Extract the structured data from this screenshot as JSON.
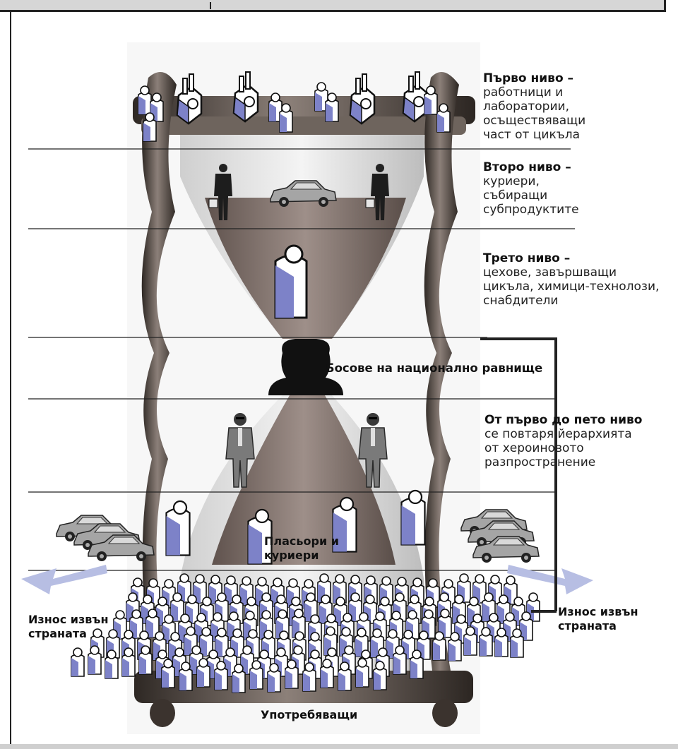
{
  "levels": {
    "first": {
      "title": "Първо ниво –",
      "lines": [
        "работници и",
        "лаборатории,",
        "осъществяващи",
        "част от цикъла"
      ]
    },
    "second": {
      "title": "Второ ниво –",
      "lines": [
        "куриери,",
        "събиращи",
        "субпродуктите"
      ]
    },
    "third": {
      "title": "Трето ниво –",
      "lines": [
        "цехове, завършващи",
        "цикъла, химици-технолози,",
        "снабдители"
      ]
    },
    "bosses": "Босове на национално равнище",
    "repeat": {
      "title": "От първо до пето ниво",
      "lines": [
        "се повтаря йерархията",
        "от хероиновото",
        "разпространение"
      ]
    }
  },
  "dealers_label": "Пласьори и куриери",
  "export_left": "Износ извън страната",
  "export_right": "Износ извън страната",
  "consumers_label": "Употребяващи",
  "colors": {
    "figure_fill": "#7d82c8",
    "sand": "#8a7b75",
    "wood": "#5a5048",
    "rule": "#222222"
  },
  "icons": [
    "worker-icon",
    "lab-equipment-icon",
    "courier-man-icon",
    "car-icon",
    "dealer-icon",
    "boss-heads-icon",
    "arrow-icon"
  ]
}
